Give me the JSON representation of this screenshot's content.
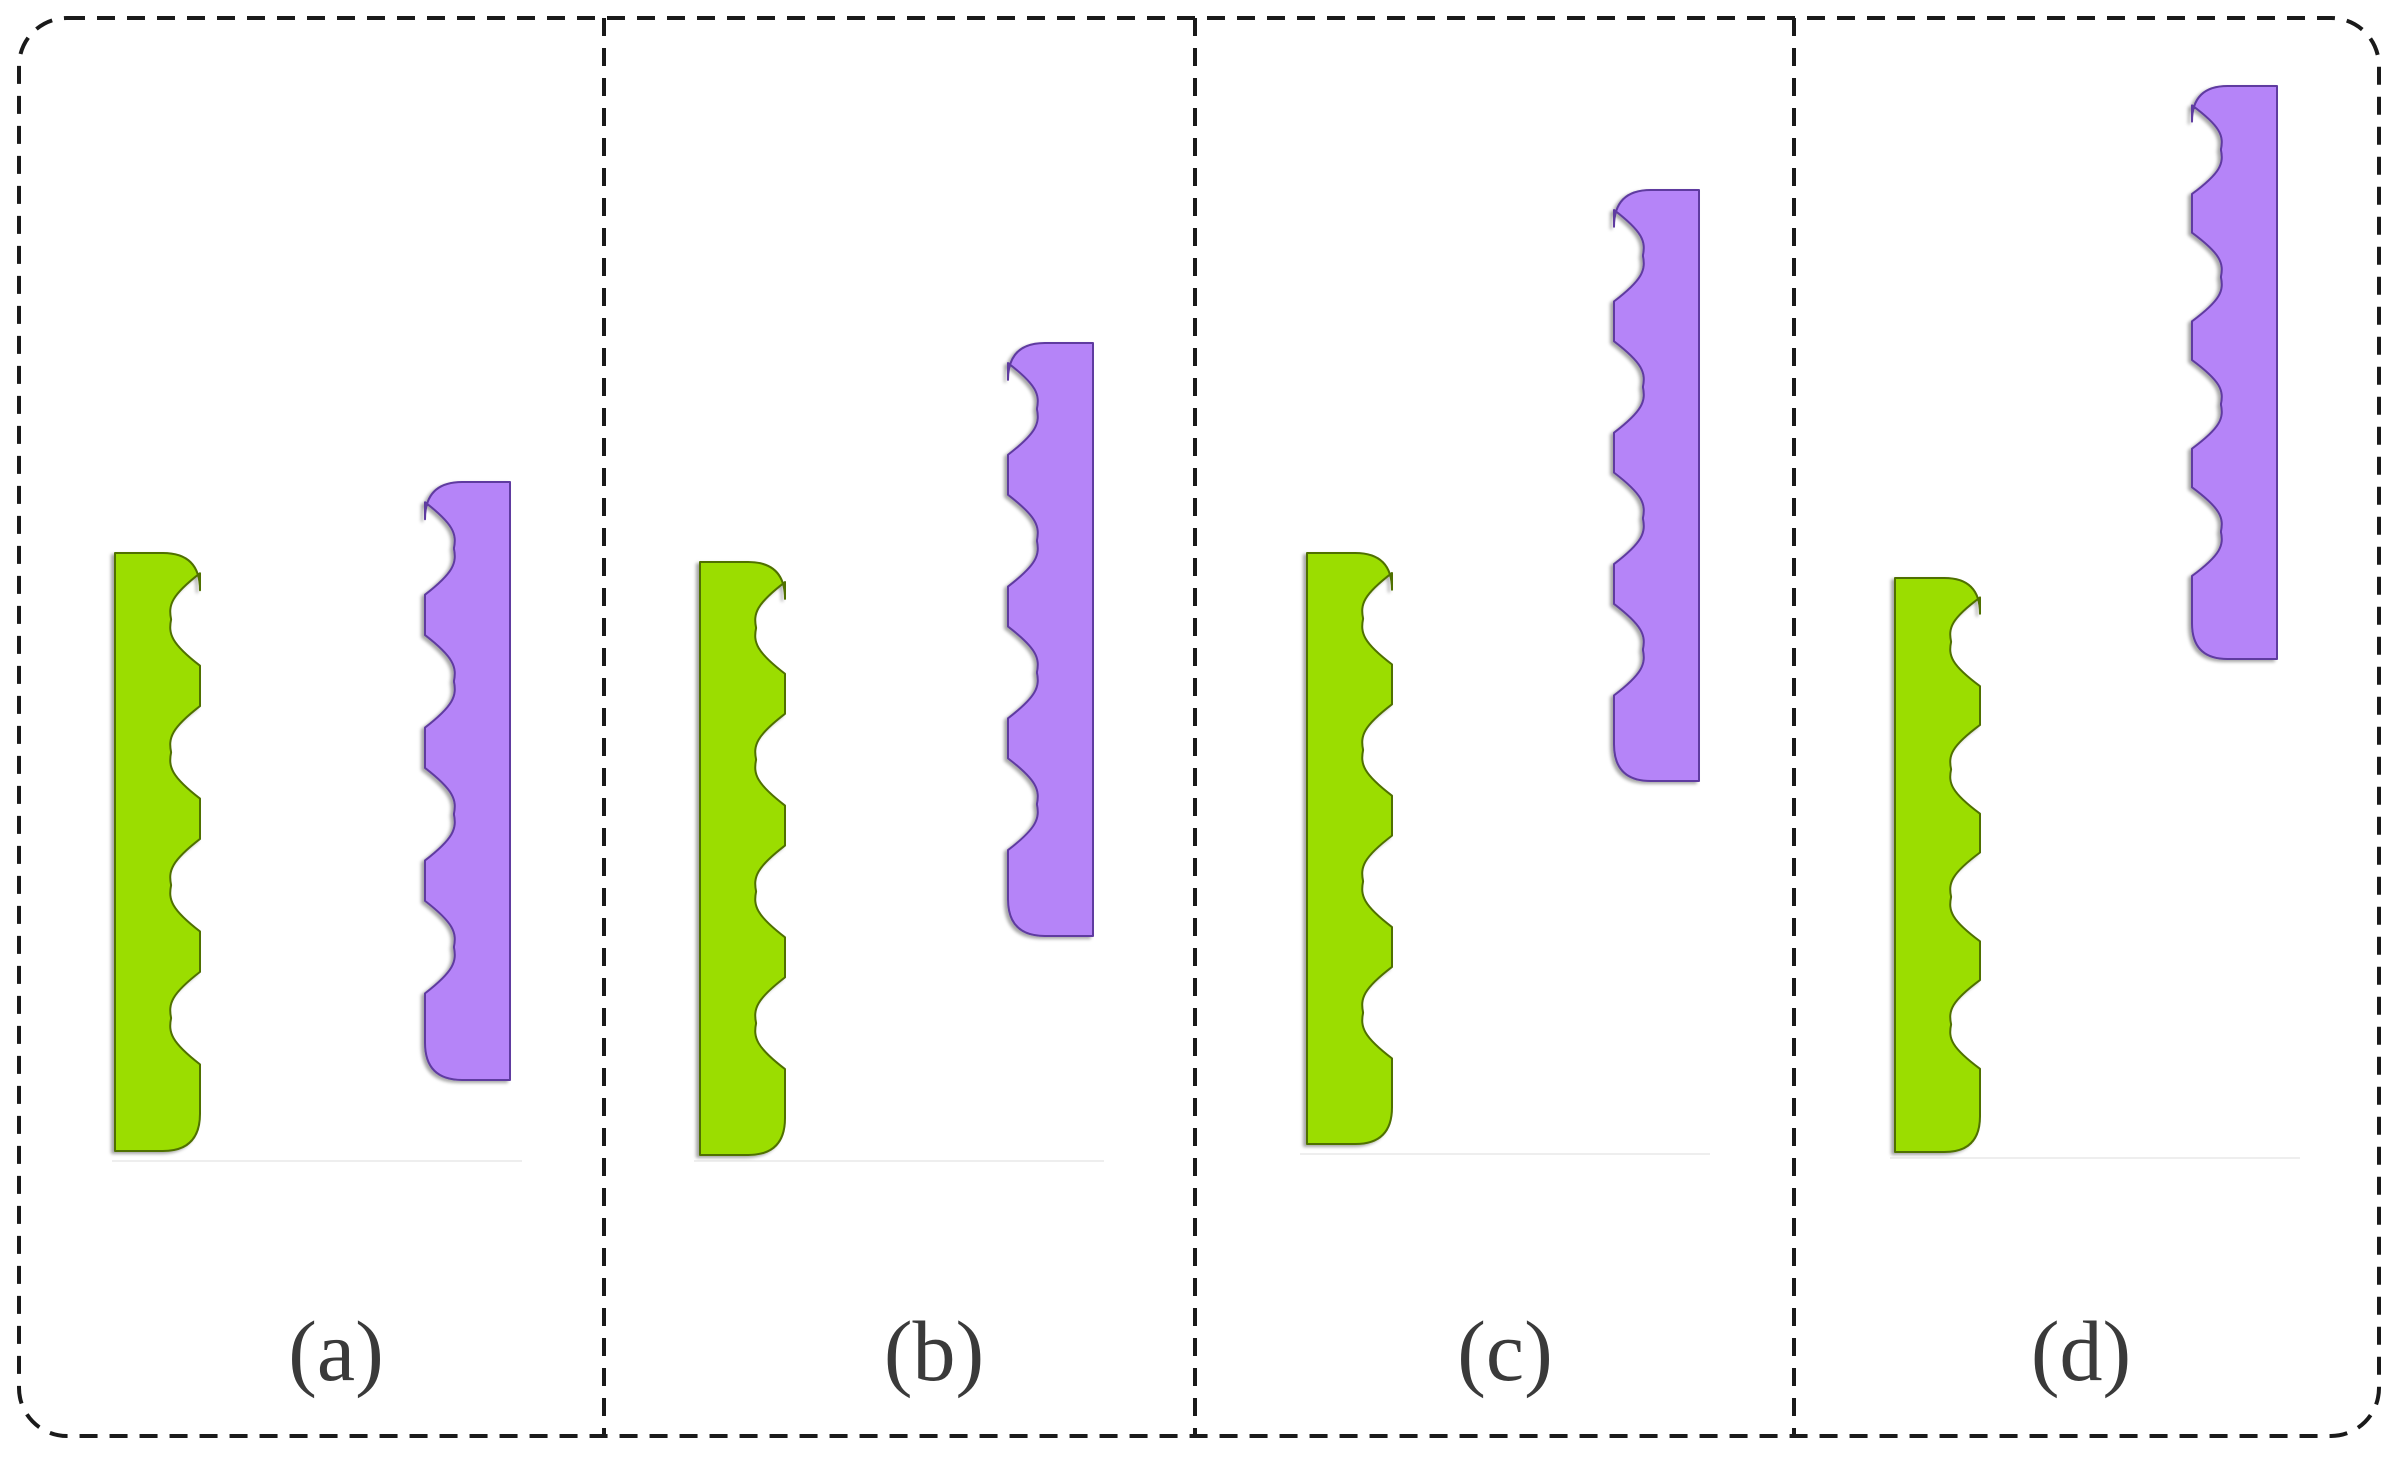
{
  "figure": {
    "colors": {
      "border": "#1a1a1a",
      "green_fill": "#9bdd00",
      "green_shade": "#4f7000",
      "purple_fill": "#b584f8",
      "purple_shade": "#5e3aa0",
      "label": "#3a3a3a"
    },
    "panels": [
      {
        "label": "(a)"
      },
      {
        "label": "(b)"
      },
      {
        "label": "(c)"
      },
      {
        "label": "(d)"
      }
    ]
  }
}
